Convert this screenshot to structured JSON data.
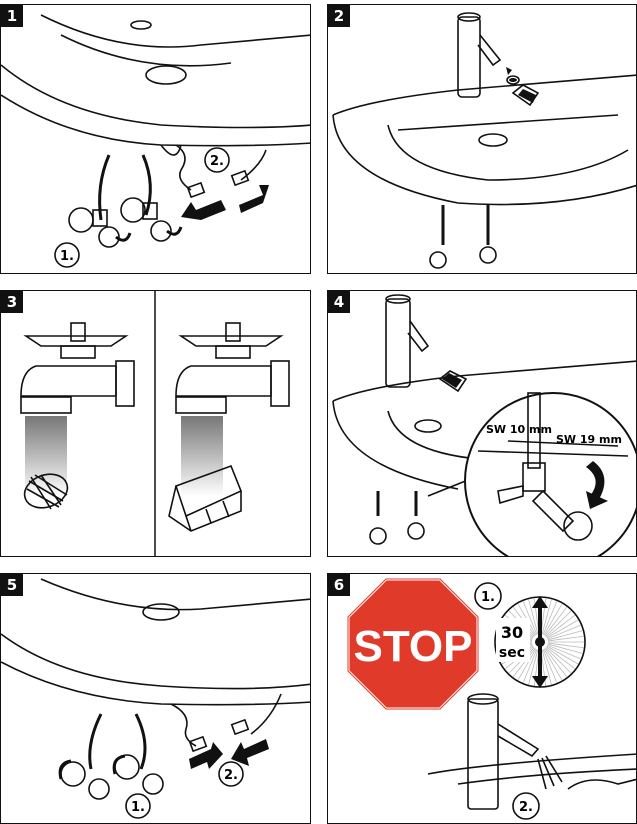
{
  "panels": {
    "p1": {
      "number": "1",
      "step1": "1.",
      "step2": "2."
    },
    "p2": {
      "number": "2"
    },
    "p3": {
      "number": "3"
    },
    "p4": {
      "number": "4",
      "wrench_small": "SW 10 mm",
      "wrench_large": "SW 19 mm"
    },
    "p5": {
      "number": "5",
      "step1": "1.",
      "step2": "2."
    },
    "p6": {
      "number": "6",
      "stop_sign": "STOP",
      "step1": "1.",
      "step2": "2.",
      "time_value": "30",
      "time_unit": "sec"
    }
  },
  "colors": {
    "stop_red": "#e03a2a",
    "ink": "#111111"
  }
}
